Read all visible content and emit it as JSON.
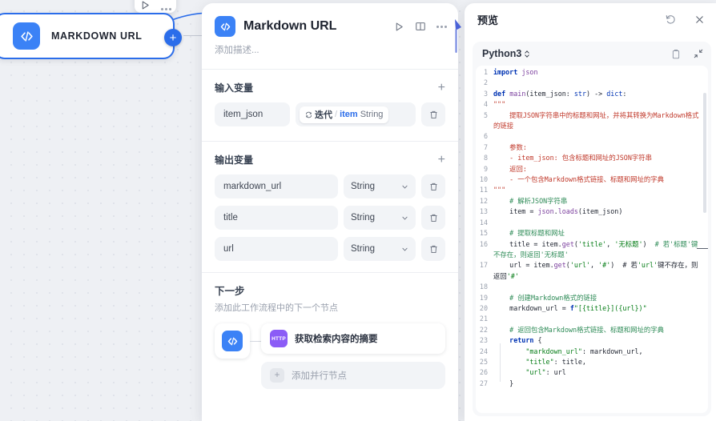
{
  "canvas": {
    "node": {
      "title": "MARKDOWN URL",
      "icon": "code-brackets-icon",
      "add_label": "+"
    },
    "mini_toolbar": {
      "run_icon": "play-icon",
      "more_icon": "more-horizontal-icon"
    }
  },
  "panel": {
    "title": "Markdown URL",
    "icon": "code-brackets-icon",
    "description_placeholder": "添加描述...",
    "actions": {
      "run": "play-icon",
      "docs": "book-icon",
      "more": "more-horizontal-icon"
    },
    "input_section": {
      "title": "输入变量",
      "add_label": "+",
      "rows": [
        {
          "name": "item_json",
          "loop_icon": "loop-icon",
          "scope": "迭代",
          "separator": "/",
          "variable": "item",
          "type": "String",
          "delete_icon": "trash-icon"
        }
      ]
    },
    "output_section": {
      "title": "输出变量",
      "add_label": "+",
      "rows": [
        {
          "name": "markdown_url",
          "type": "String",
          "delete_icon": "trash-icon"
        },
        {
          "name": "title",
          "type": "String",
          "delete_icon": "trash-icon"
        },
        {
          "name": "url",
          "type": "String",
          "delete_icon": "trash-icon"
        }
      ]
    },
    "next_step": {
      "title": "下一步",
      "subtitle": "添加此工作流程中的下一个节点",
      "source_icon": "code-brackets-icon",
      "node": {
        "badge": "HTTP",
        "label": "获取检索内容的摘要"
      },
      "parallel": {
        "plus": "+",
        "label": "添加并行节点"
      }
    }
  },
  "preview": {
    "title": "预览",
    "undo_icon": "undo-icon",
    "close_icon": "close-icon",
    "editor": {
      "language": "Python3",
      "chevron": "⌃⌄",
      "copy_icon": "copy-icon",
      "collapse_icon": "collapse-icon",
      "lines": [
        {
          "n": "1",
          "text": "import json"
        },
        {
          "n": "2",
          "text": ""
        },
        {
          "n": "3",
          "text": "def main(item_json: str) -> dict:"
        },
        {
          "n": "4",
          "text": "    \"\"\""
        },
        {
          "n": "5",
          "text": "    提取JSON字符串中的标题和网址，并将其转换为Markdown格式的链接"
        },
        {
          "n": "6",
          "text": ""
        },
        {
          "n": "7",
          "text": "    参数:"
        },
        {
          "n": "8",
          "text": "    - item_json: 包含标题和网址的JSON字符串"
        },
        {
          "n": "9",
          "text": "    返回:"
        },
        {
          "n": "10",
          "text": "    - 一个包含Markdown格式链接、标题和网址的字典"
        },
        {
          "n": "11",
          "text": "    \"\"\""
        },
        {
          "n": "12",
          "text": "    # 解析JSON字符串"
        },
        {
          "n": "13",
          "text": "    item = json.loads(item_json)"
        },
        {
          "n": "14",
          "text": ""
        },
        {
          "n": "15",
          "text": "    # 提取标题和网址"
        },
        {
          "n": "16",
          "text": "    title = item.get('title', '无标题')  # 若'标题'键不存在，则返回'无标题'"
        },
        {
          "n": "17",
          "text": "    url = item.get('url', '#')  # 若'url'键不存在，则返回'#'"
        },
        {
          "n": "18",
          "text": ""
        },
        {
          "n": "19",
          "text": "    # 创建Markdown格式的链接"
        },
        {
          "n": "20",
          "text": "    markdown_url = f\"[{title}]({url})\""
        },
        {
          "n": "21",
          "text": ""
        },
        {
          "n": "22",
          "text": "    # 返回包含Markdown格式链接、标题和网址的字典"
        },
        {
          "n": "23",
          "text": "    return {"
        },
        {
          "n": "24",
          "text": "        \"markdown_url\": markdown_url,"
        },
        {
          "n": "25",
          "text": "        \"title\": title,"
        },
        {
          "n": "26",
          "text": "        \"url\": url"
        },
        {
          "n": "27",
          "text": "    }"
        }
      ]
    }
  },
  "colors": {
    "accent": "#2b6dea",
    "node_icon": "#3b82f6",
    "http_badge": "#8b5cf6",
    "canvas_bg": "#eef0f4"
  }
}
